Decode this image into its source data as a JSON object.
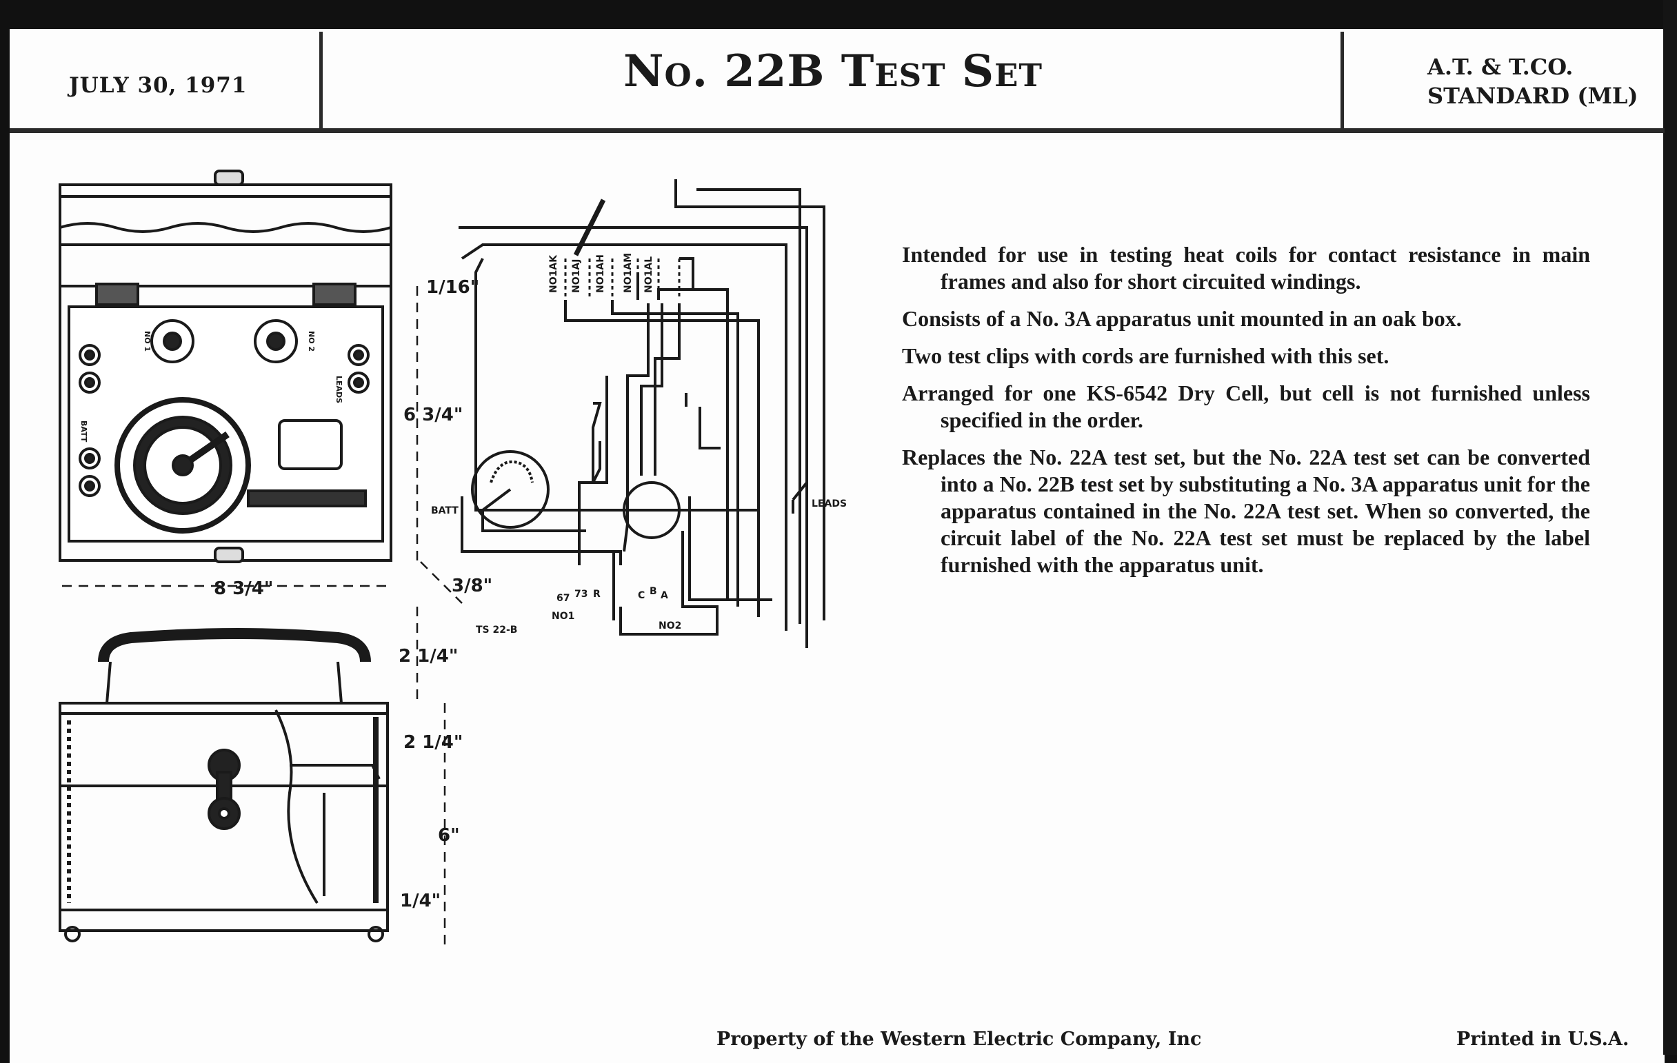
{
  "header": {
    "date": "JULY 30, 1971",
    "title": "No. 22B Test Set",
    "standard_line1": "A.T. & T.CO.",
    "standard_line2": "STANDARD (ML)"
  },
  "description": [
    "Intended for use in testing heat coils for contact resistance in main frames and also for short circuited windings.",
    "Consists of a No. 3A apparatus unit mounted in an oak box.",
    "Two test clips with cords are furnished with this set.",
    "Arranged for one KS-6542 Dry Cell, but cell is not furnished unless specified in the order.",
    "Replaces the No. 22A test set, but the No. 22A test set can be converted into a No. 22B test set by substituting a No. 3A apparatus unit for the apparatus contained in the No. 22A test set.  When so converted, the circuit label of the No. 22A test set must be replaced by the label furnished with the apparatus unit."
  ],
  "drawing": {
    "dimensions": {
      "d1": "1/16\"",
      "d2": "6 3/4\"",
      "d3": "8 3/4\"",
      "d4": "3/8\"",
      "d5": "2 1/4\"",
      "d6": "2 1/4\"",
      "d7": "6\"",
      "d8": "1/4\""
    },
    "panel_labels": {
      "batt": "BATT",
      "leads": "LEADS",
      "no1": "NO 1",
      "no2": "NO 2"
    },
    "schematic_labels": {
      "coils": [
        "NO1AK",
        "NO1AJ",
        "NO1AH",
        "NO1AM",
        "NO1AL"
      ],
      "batt": "BATT",
      "leads": "LEADS",
      "t67": "67",
      "t73": "73",
      "tR": "R",
      "no1": "NO1",
      "no2": "NO2",
      "tC": "C",
      "tB": "B",
      "tA": "A",
      "code": "TS 22-B"
    }
  },
  "footer": {
    "property": "Property of the Western Electric Company, Inc",
    "printed": "Printed in U.S.A."
  }
}
